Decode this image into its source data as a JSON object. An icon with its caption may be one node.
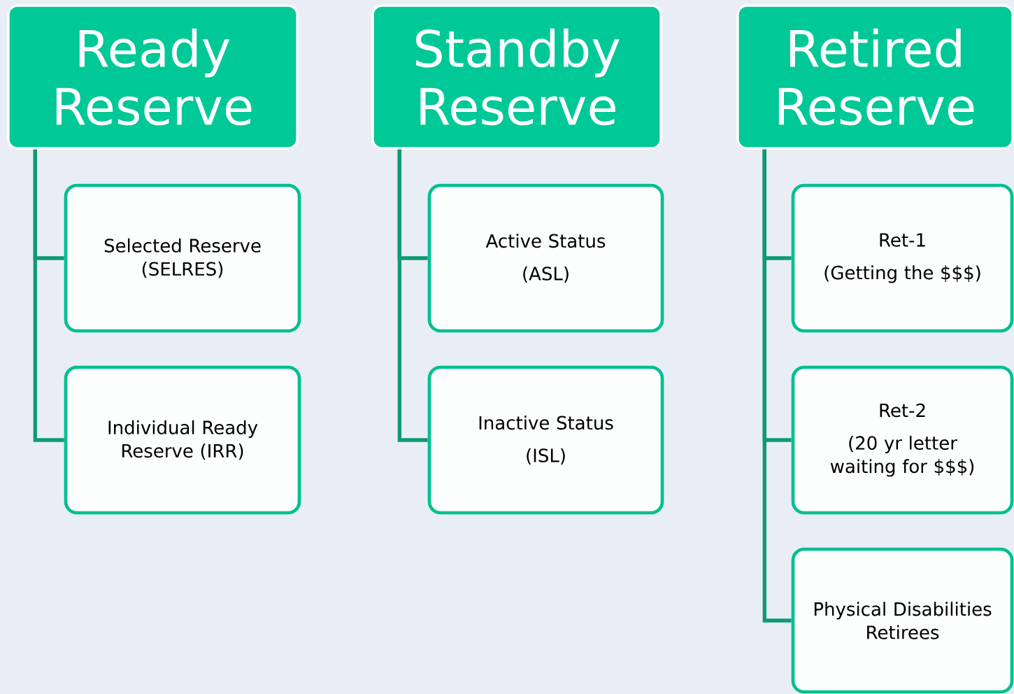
{
  "diagram": {
    "nodes": [
      {
        "text": [
          "Ready Reserve"
        ]
      },
      {
        "text": [
          "Selected Reserve (SELRES)"
        ]
      },
      {
        "text": [
          "Individual Ready Reserve (IRR)"
        ]
      },
      {
        "text": [
          "Standby Reserve"
        ]
      },
      {
        "text": [
          "Active Status",
          "(ASL)"
        ]
      },
      {
        "text": [
          "Inactive Status",
          "(ISL)"
        ]
      },
      {
        "text": [
          "Retired Reserve"
        ]
      },
      {
        "text": [
          "Ret-1",
          "(Getting the $$$)"
        ]
      },
      {
        "text": [
          "Ret-2",
          "(20 yr letter waiting for $$$)"
        ]
      },
      {
        "text": [
          "Physical Disabilities Retirees"
        ]
      }
    ],
    "edges": [
      {
        "from": 0,
        "to": 1,
        "arrow": "none"
      },
      {
        "from": 0,
        "to": 2,
        "arrow": "none"
      },
      {
        "from": 3,
        "to": 4,
        "arrow": "none"
      },
      {
        "from": 3,
        "to": 5,
        "arrow": "none"
      },
      {
        "from": 6,
        "to": 7,
        "arrow": "none"
      },
      {
        "from": 6,
        "to": 8,
        "arrow": "none"
      },
      {
        "from": 6,
        "to": 9,
        "arrow": "none"
      }
    ]
  }
}
